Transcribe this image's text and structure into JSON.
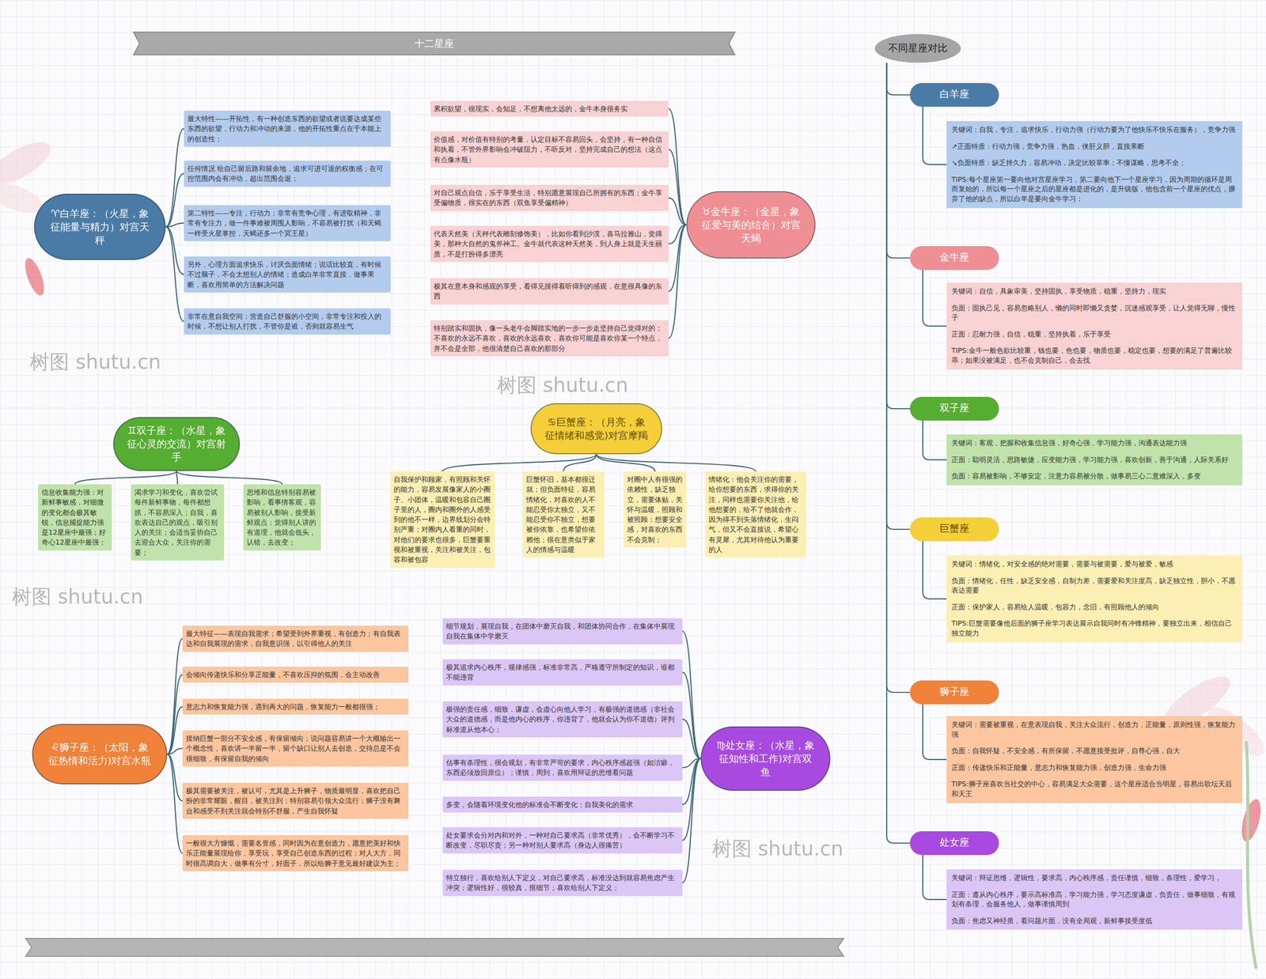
{
  "diagram": {
    "title": "十二星座",
    "nodes": [
      {
        "text": [
          "♈白羊座：（火星，象征能量与精力）对宫天秤"
        ]
      },
      {
        "text": [
          "最大特性——开拓性，有一种创造东西的欲望或者说要达成某些东西的欲望，行动力和冲动的来源，他的开拓性重点在于本能上的创造性；"
        ]
      },
      {
        "text": [
          "任何情况 给自己留后路和留余地，追求可进可退的权衡感；在可控范围内会有冲动，超出范围会退；"
        ]
      },
      {
        "text": [
          "第二特性——专注，行动力；非常有竞争心理，有进取精神，非常有专注力，做一件事难被周围人影响，不容易被打扰（和天蝎一样受火星掌控，天蝎还多一个冥王星）"
        ]
      },
      {
        "text": [
          "另外，心理方面追求快乐，讨厌负面情绪；说话比较直，有时候不过脑子，不会太想别人的情绪；造成白羊非常直接，做事果断，喜欢用简单的方法解决问题"
        ]
      },
      {
        "text": [
          "非常在意自我空间；营造自己舒服的小空间，非常专注和投入的时候，不想让别人打扰，不管你是谁，否则就容易生气"
        ]
      },
      {
        "text": [
          "♉金牛座：（金星，象征爱与美的结合）对宫天蝎"
        ]
      },
      {
        "text": [
          "累积欲望，很现实，会知足，不想离他太远的，金牛本身很务实"
        ]
      },
      {
        "text": [
          "价值感，对价值有特别的考量，认定目标不容易回头，会坚持，有一种自信和执着，不管外界影响会冲破阻力，不听反对，坚持完成自己的想法（这点有点像水瓶）"
        ]
      },
      {
        "text": [
          "对自己观点自信，乐于享受生活，特别愿意展现自己所拥有的东西；金牛享受偏物质，很实在的东西（双鱼享受偏精神）"
        ]
      },
      {
        "text": [
          "代表天然美（天秤代表雕刻修饰美），比如你看到沙漠，喜马拉雅山，觉得美，那种大自然的鬼斧神工。金牛就代表这种天然美，到人身上就是天生丽质，不是打扮得多漂亮"
        ]
      },
      {
        "text": [
          "极其在意本身和感观的享受，看得见摸得着听得到的感观，在意很具像的东西"
        ]
      },
      {
        "text": [
          "特别踏实和固执，像一头老牛会脚踏实地的一步一步走坚持自己觉得对的；不喜欢的永远不喜欢，喜欢的永远喜欢，喜欢你可能是喜欢你某一个特点，并不会是全部，他很清楚自己喜欢的那部分"
        ]
      },
      {
        "text": [
          "♊双子座：（水星，象征心灵的交流）对宫射手"
        ]
      },
      {
        "text": [
          "信息收集能力强：对新鲜事敏感，对细微的变化都会极其敏锐，信息捕捉能力强是12星座中最强；好奇心12星座中最强；"
        ]
      },
      {
        "text": [
          "渴求学习和变化，喜欢尝试每件新鲜事物，每件都想抓，不容易深入；自我，喜欢表达自己的观点，吸引别人的关注；会适当妥协自己去迎合大众，关注你的需要；"
        ]
      },
      {
        "text": [
          "思维和信息特别容易被影响，看事情客观，容易被别人影响，接受新鲜观点；觉得别人讲的有道理，他就会低头，认错，去改变；"
        ]
      },
      {
        "text": [
          "♋巨蟹座：（月亮，象征情绪和感觉)对宫摩羯"
        ]
      },
      {
        "text": [
          "自我保护和顾家，有照顾和关怀的能力，容易发展像家人的小圈子、小团体，温暖和包容自己圈子里的人，圈内和圈外的人感受到的他不一样，边界线划分会特别严重；对圈内人看重的同时，对他们的要求也很多，巨蟹要重视和被重视，关注和被关注，包容和被包容"
        ]
      },
      {
        "text": [
          "巨蟹怀旧，基本都很迁就；但负面特征，容易情绪化，对喜欢的人不能忍受你太独立，又不能忍受你不独立，想要被你依靠，也希望你依赖他；很在意类似于家人的情感与温暖"
        ]
      },
      {
        "text": [
          "对圈中人有很强的依赖性，缺乏独立，需要体贴，关怀与温暖，照顾和被照顾；想要安全感，对喜欢的东西不会克制；"
        ]
      },
      {
        "text": [
          "情绪化：他会关注你的需要，给你想要的东西，求得你的关注，同样也需要你关注他，给他想要的，给不了他就会作，因为得不到失落情绪化，生闷气，但又不会直接说，希望心有灵犀，尤其对待他认为重要的人"
        ]
      },
      {
        "text": [
          "♌狮子座：（太阳，象征热情和活力)对宫水瓶"
        ]
      },
      {
        "text": [
          "最大特征——表现自我需求；希望受到外界重视，有创造力；有自我表达和自我展现的需求，自我意识强，以引得他人的关注"
        ]
      },
      {
        "text": [
          "会倾向传递快乐和分享正能量，不喜欢压抑的氛围，会主动改善"
        ]
      },
      {
        "text": [
          "意志力和恢复能力强，遇到再大的问题，恢复能力一般都很强；"
        ]
      },
      {
        "text": [
          "接纳巨蟹一部分不安全感，有保留倾向；说问题容易讲一个大概输出一个概念性，喜欢讲一半留一半，留个缺口让别人去创造，交待总是不会很细致，有保留自我的倾向"
        ]
      },
      {
        "text": [
          "极其需要被关注，被认可，尤其是上升狮子，物质最明显，喜欢把自己扮的非常耀眼，醒目，被关注到；特别容易引领大众流行；狮子没有舞台和感受不到关注就会特别不舒服，产生自我怀疑"
        ]
      },
      {
        "text": [
          "一般很大方慷慨，需要名誉感，同时因为在意创造力，愿意把美好和快乐正能量展现给你，享受玩，享受自己创造东西的过程；对人大方，同时很高调自大，做事有分寸，好面子，所以给狮子意见最好建议为主；"
        ]
      },
      {
        "text": [
          "♍处女座：（水星，象征知性和工作)对宫双鱼"
        ]
      },
      {
        "text": [
          "细节规划，展现自我，在团体中磨灭自我，和团体协同合作，在集体中展现自我在集体中学磨灭"
        ]
      },
      {
        "text": [
          "极其追求内心秩序，规律感强，标准非常高，严格遵守所制定的知识，谁都不能违背"
        ]
      },
      {
        "text": [
          "极强的责任感，细致，谦虚，会虚心向他人学习，有极强的道德感（非社会大众的道德感，而是他内心的秩序，你违背了，他就会认为你不道德）评判标准道从他本心；"
        ]
      },
      {
        "text": [
          "估事有条理性，很会规划，有非常严苛的要求，内心秩序感超强（如洁癖，东西必须放回原位）；谨慎，周到，喜欢用辩证的思维看问题"
        ]
      },
      {
        "text": [
          "多变，会随着环境变化他的标准会不断变化；自我美化的需求"
        ]
      },
      {
        "text": [
          "处女要求会分对内和对外，一种对自己要求高（非常优秀），会不断学习不断改变，尽职尽责；另一种对别人要求高（身边人很痛苦）"
        ]
      },
      {
        "text": [
          "特立独行，喜欢给别人下定义，对自己要求高，标准没达到就容易焦虑产生冲突；逻辑性好，很较真，抠细节；喜欢给别人下定义；"
        ]
      },
      {
        "text": [
          "不同星座对比"
        ]
      },
      {
        "text": [
          "白羊座"
        ]
      },
      {
        "text": [
          "关键词：自我，专注，追求快乐，行动力强（行动力要为了他快乐不快乐在服务），竞争力强",
          "↗正面特质：行动力强，竞争力强，热血，侠肝义胆，直接果断",
          "↘负面特质：缺乏持久力，容易冲动，决定比较草率；不懂谋略，思考不全；",
          "TIPS:每个星座第一要向他对宫星座学习，第二要向他下一个星座学习，因为周期的循环是周而复始的，所以每一个星座之后的星座都是进化的，是升级版，他包含前一个星座的优点，摒弃了他的缺点，所以白羊是要向金牛学习；"
        ]
      },
      {
        "text": [
          "金牛座"
        ]
      },
      {
        "text": [
          "关键词：自信，具象审美，坚持固执，享受物质，稳重，坚持力，现实",
          "负面：固执己见，容易忽略别人，懒的同时即懒又贪婪，沉迷感观享受，让人觉得无聊，慢性子",
          "正面：忍耐力强，自信，稳重，坚持执着，乐于享受",
          "TIPS:金牛一般色欲比较重，钱也要，色也要，物质也要，稳定也要，想要的满足了普遍比较乖；如果没被满足，也不会克制自己，会去找"
        ]
      },
      {
        "text": [
          "双子座"
        ]
      },
      {
        "text": [
          "关键词：客观，把握和收集信息强，好奇心强，学习能力强，沟通表达能力强",
          "正面：聪明灵活，思路敏捷，应变能力强，学习能力强，喜欢创新，善于沟通，人际关系好",
          "负面：容易被影响，不够安定，注意力容易被分散，做事易三心二意难深入，多变"
        ]
      },
      {
        "text": [
          "巨蟹座"
        ]
      },
      {
        "text": [
          "关键词：情绪化，对安全感的绝对需要，需要与被需要，爱与被爱，敏感",
          "负面：情绪化，任性，缺乏安全感，自制力差，需要爱和关注度高，缺乏独立性，胆小，不愿表达需要",
          "正面：保护家人，容易给人温暖，包容力，念旧，有照顾他人的倾向",
          "TIPS:巨蟹需要像他后面的狮子座学习表达展示自我同时有冲锋精神，要独立出来，相信自己独立能力"
        ]
      },
      {
        "text": [
          "狮子座"
        ]
      },
      {
        "text": [
          "关键词：需要被重视，在意表现自我，关注大众流行，创造力，正能量，原则性强，恢复能力强",
          "负面：自我怀疑，不安全感，有所保留，不愿意接受批评，自尊心强，自大",
          "正面：传递快乐和正能量，意志力和恢复能力强，创造力强，生命力强",
          "TIPS:狮子座喜欢当社交的中心，容易满足大众需要，这个星座适合当明星，容易出歌坛天后和天王"
        ]
      },
      {
        "text": [
          "处女座"
        ]
      },
      {
        "text": [
          "关键词：辩证思维，逻辑性，要求高，内心秩序感，责任谨慎，细致，条理性，爱学习，",
          "正面：遵从内心秩序，要示高标准高，学习能力强，学习态度谦虚，负责任，做事细致，有规划有条理，会服务他人，做事谨慎周到",
          "负面：焦虑又神经质，看问题片面，没有全局观，新鲜事接受度低"
        ]
      }
    ],
    "edges": [
      {
        "from": 0,
        "to": 1,
        "arrow": "none"
      },
      {
        "from": 0,
        "to": 2,
        "arrow": "none"
      },
      {
        "from": 0,
        "to": 3,
        "arrow": "none"
      },
      {
        "from": 0,
        "to": 4,
        "arrow": "none"
      },
      {
        "from": 0,
        "to": 5,
        "arrow": "none"
      },
      {
        "from": 6,
        "to": 7,
        "arrow": "none"
      },
      {
        "from": 6,
        "to": 8,
        "arrow": "none"
      },
      {
        "from": 6,
        "to": 9,
        "arrow": "none"
      },
      {
        "from": 6,
        "to": 10,
        "arrow": "none"
      },
      {
        "from": 6,
        "to": 11,
        "arrow": "none"
      },
      {
        "from": 6,
        "to": 12,
        "arrow": "none"
      },
      {
        "from": 13,
        "to": 14,
        "arrow": "none"
      },
      {
        "from": 13,
        "to": 15,
        "arrow": "none"
      },
      {
        "from": 13,
        "to": 16,
        "arrow": "none"
      },
      {
        "from": 17,
        "to": 18,
        "arrow": "none"
      },
      {
        "from": 17,
        "to": 19,
        "arrow": "none"
      },
      {
        "from": 17,
        "to": 20,
        "arrow": "none"
      },
      {
        "from": 17,
        "to": 21,
        "arrow": "none"
      },
      {
        "from": 22,
        "to": 23,
        "arrow": "none"
      },
      {
        "from": 22,
        "to": 24,
        "arrow": "none"
      },
      {
        "from": 22,
        "to": 25,
        "arrow": "none"
      },
      {
        "from": 22,
        "to": 26,
        "arrow": "none"
      },
      {
        "from": 22,
        "to": 27,
        "arrow": "none"
      },
      {
        "from": 22,
        "to": 28,
        "arrow": "none"
      },
      {
        "from": 29,
        "to": 30,
        "arrow": "none"
      },
      {
        "from": 29,
        "to": 31,
        "arrow": "none"
      },
      {
        "from": 29,
        "to": 32,
        "arrow": "none"
      },
      {
        "from": 29,
        "to": 33,
        "arrow": "none"
      },
      {
        "from": 29,
        "to": 34,
        "arrow": "none"
      },
      {
        "from": 29,
        "to": 35,
        "arrow": "none"
      },
      {
        "from": 29,
        "to": 36,
        "arrow": "none"
      },
      {
        "from": 37,
        "to": 38,
        "arrow": "none"
      },
      {
        "from": 37,
        "to": 40,
        "arrow": "none"
      },
      {
        "from": 37,
        "to": 42,
        "arrow": "none"
      },
      {
        "from": 37,
        "to": 44,
        "arrow": "none"
      },
      {
        "from": 37,
        "to": 46,
        "arrow": "none"
      },
      {
        "from": 37,
        "to": 48,
        "arrow": "none"
      },
      {
        "from": 38,
        "to": 39,
        "arrow": "none"
      },
      {
        "from": 40,
        "to": 41,
        "arrow": "none"
      },
      {
        "from": 42,
        "to": 43,
        "arrow": "none"
      },
      {
        "from": 44,
        "to": 45,
        "arrow": "none"
      },
      {
        "from": 46,
        "to": 47,
        "arrow": "none"
      },
      {
        "from": 48,
        "to": 49,
        "arrow": "none"
      }
    ],
    "labels": [
      "树图 shutu.cn",
      "树图 shutu.cn",
      "树图 shutu.cn",
      "树图 shutu.cn"
    ]
  }
}
